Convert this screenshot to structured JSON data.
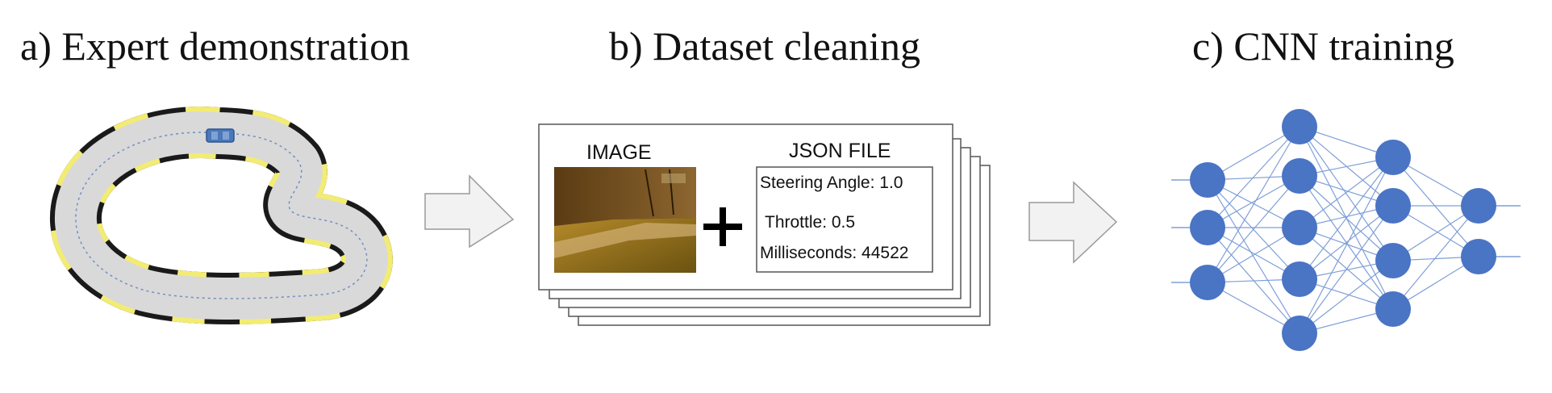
{
  "panels": {
    "a": {
      "title": "a) Expert demonstration"
    },
    "b": {
      "title": "b) Dataset cleaning",
      "image_label": "IMAGE",
      "json_label": "JSON FILE",
      "json_lines": [
        "Steering Angle: 1.0",
        "Throttle: 0.5",
        "Milliseconds: 44522"
      ],
      "plus_symbol": "+"
    },
    "c": {
      "title": "c) CNN training",
      "network_layers": [
        3,
        5,
        4,
        2
      ]
    }
  },
  "colors": {
    "track_surface": "#d9d9d9",
    "track_border_dark": "#1a1a1a",
    "track_border_yellow": "#f3ec72",
    "car": "#4a78b8",
    "neuron": "#4a74c4",
    "connection": "#7f9fd8",
    "arrow_fill": "#f2f2f2",
    "arrow_stroke": "#999999"
  },
  "icons": [
    "race-track-icon",
    "car-icon",
    "arrow-right-icon",
    "camera-frame-icon",
    "plus-icon"
  ]
}
